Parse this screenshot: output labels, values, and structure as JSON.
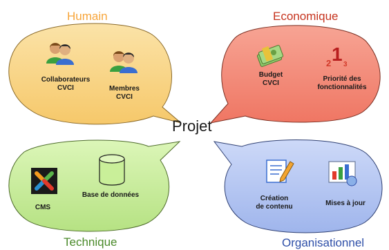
{
  "center": {
    "title": "Projet"
  },
  "quadrants": {
    "humain": {
      "label": "Humain",
      "color": "#f7a53a",
      "items": [
        {
          "icon": "people-icon",
          "lines": [
            "Collaborateurs",
            "CVCI"
          ]
        },
        {
          "icon": "people-icon",
          "lines": [
            "Membres",
            "CVCI"
          ]
        }
      ]
    },
    "economique": {
      "label": "Economique",
      "color": "#c6341f",
      "items": [
        {
          "icon": "money-stack-icon",
          "lines": [
            "Budget",
            "CVCI"
          ]
        },
        {
          "icon": "priority-numbers-icon",
          "icon_text": [
            "2",
            "1",
            "3"
          ],
          "lines": [
            "Priorité des",
            "fonctionnalités"
          ]
        }
      ]
    },
    "technique": {
      "label": "Technique",
      "color": "#4a8a2a",
      "items": [
        {
          "icon": "joomla-cms-icon",
          "lines": [
            "CMS"
          ]
        },
        {
          "icon": "database-cylinder-icon",
          "lines": [
            "Base de données"
          ]
        }
      ]
    },
    "organisationnel": {
      "label": "Organisationnel",
      "color": "#2e4fa8",
      "items": [
        {
          "icon": "document-pencil-icon",
          "lines": [
            "Création",
            "de contenu"
          ]
        },
        {
          "icon": "update-chart-icon",
          "lines": [
            "Mises à jour"
          ]
        }
      ]
    }
  },
  "colors": {
    "humain_fill": "#f9d788",
    "economique_fill": "#f28b7b",
    "technique_fill": "#c6ec99",
    "organisationnel_fill": "#b6c7f2"
  }
}
